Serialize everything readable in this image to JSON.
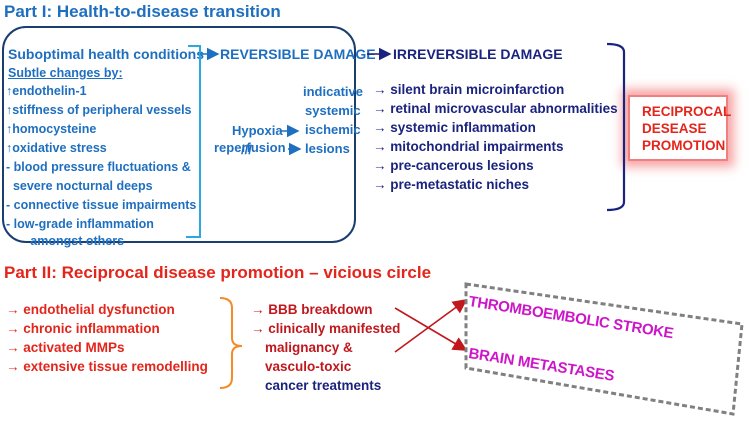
{
  "part1": {
    "title": "Part I: Health-to-disease transition",
    "suboptimal": "Suboptimal health conditions",
    "subtle": "Subtle changes by:",
    "conditions": [
      "↑endothelin-1",
      "↑stiffness of peripheral vessels",
      "↑homocysteine",
      "↑oxidative stress",
      "- blood pressure fluctuations &",
      "  severe nocturnal deeps",
      "- connective tissue impairments",
      "- low-grade inflammation",
      "       amongst others"
    ],
    "reversible": "REVERSIBLE  DAMAGE",
    "irreversible": "IRREVERSIBLE  DAMAGE",
    "hypoxia": "Hypoxia",
    "slashes": "///",
    "reperfusion": "reperfusion",
    "indicative": [
      "indicative",
      "systemic",
      "ischemic",
      "lesions"
    ],
    "outcomes": [
      "silent brain microinfarction",
      "retinal microvascular abnormalities",
      "systemic inflammation",
      "mitochondrial impairments",
      "pre-cancerous lesions",
      "pre-metastatic niches"
    ],
    "reciprocal": [
      "RECIPROCAL",
      "DESEASE",
      "PROMOTION"
    ]
  },
  "part2": {
    "title": "Part II: Reciprocal disease promotion – vicious circle",
    "left": [
      "endothelial dysfunction",
      "chronic inflammation",
      "activated MMPs",
      "extensive tissue remodelling"
    ],
    "mid": [
      "BBB breakdown",
      "clinically manifested",
      "malignancy &",
      "vasculo-toxic",
      "cancer treatments"
    ],
    "stroke": "THROMBOEMBOLIC  STROKE",
    "metastases": "BRAIN METASTASES"
  },
  "colors": {
    "blue": "#1f6fc0",
    "navy": "#1a237e",
    "red": "#e3251b",
    "dark_red": "#c0181d",
    "magenta": "#cc16c8",
    "orange": "#f28c28",
    "cyan": "#29a9e0",
    "dash_gray": "#808080"
  }
}
